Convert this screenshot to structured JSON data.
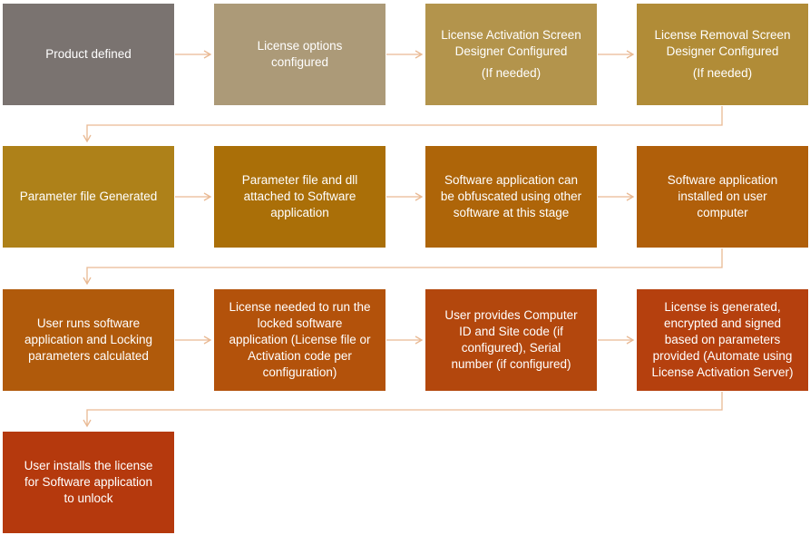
{
  "colors": {
    "connector": "#E9B993"
  },
  "steps": [
    {
      "id": "s1",
      "lines": [
        "Product defined"
      ],
      "color": "#7A7370"
    },
    {
      "id": "s2",
      "lines": [
        "License options",
        "configured"
      ],
      "color": "#AC9A78"
    },
    {
      "id": "s3",
      "lines": [
        "License Activation Screen",
        "Designer Configured",
        "",
        "(If needed)"
      ],
      "color": "#B3944C"
    },
    {
      "id": "s4",
      "lines": [
        "License Removal Screen",
        "Designer Configured",
        "",
        "(If needed)"
      ],
      "color": "#B18C37"
    },
    {
      "id": "s5",
      "lines": [
        "Parameter file Generated"
      ],
      "color": "#AE8119"
    },
    {
      "id": "s6",
      "lines": [
        "Parameter file and dll",
        "attached to Software",
        "application"
      ],
      "color": "#AA6F08"
    },
    {
      "id": "s7",
      "lines": [
        "Software application can",
        "be obfuscated using other",
        "software at this stage"
      ],
      "color": "#AE6509"
    },
    {
      "id": "s8",
      "lines": [
        "Software application",
        "installed on user",
        "computer"
      ],
      "color": "#B05F0A"
    },
    {
      "id": "s9",
      "lines": [
        "User runs software",
        "application and Locking",
        "parameters calculated"
      ],
      "color": "#B05A0B"
    },
    {
      "id": "s10",
      "lines": [
        "License needed to run the",
        "locked software",
        "application (License file or",
        "Activation code per",
        "configuration)"
      ],
      "color": "#B3520B"
    },
    {
      "id": "s11",
      "lines": [
        "User provides Computer",
        "ID and Site code (if",
        "configured), Serial",
        "number (if configured)"
      ],
      "color": "#B3470D"
    },
    {
      "id": "s12",
      "lines": [
        "License is generated,",
        "encrypted and signed",
        "based on parameters",
        "provided (Automate using",
        "License Activation Server)"
      ],
      "color": "#B5400E"
    },
    {
      "id": "s13",
      "lines": [
        "User installs the license",
        "for Software application",
        "to unlock"
      ],
      "color": "#B5390D"
    }
  ]
}
